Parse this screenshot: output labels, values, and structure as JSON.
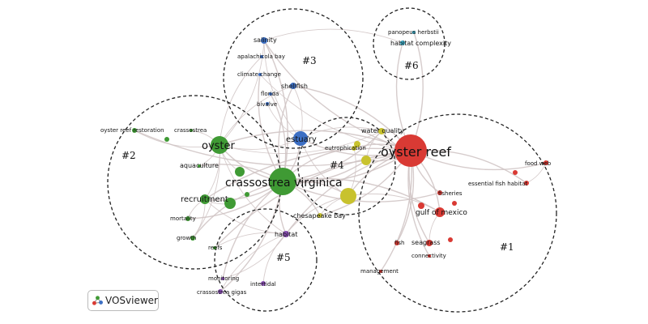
{
  "colors": {
    "cluster1": "#d93a34",
    "cluster2": "#3f9a34",
    "cluster3": "#3c6fc4",
    "cluster4": "#c8c22e",
    "cluster5": "#8a4fb4",
    "cluster6": "#3aa9c4",
    "edge": "#cfc3c3"
  },
  "clusters": [
    {
      "id": "c1",
      "label": "#1"
    },
    {
      "id": "c2",
      "label": "#2"
    },
    {
      "id": "c3",
      "label": "#3"
    },
    {
      "id": "c4",
      "label": "#4"
    },
    {
      "id": "c5",
      "label": "#5"
    },
    {
      "id": "c6",
      "label": "#6"
    }
  ],
  "nodes": [
    {
      "id": "oyster-reef",
      "label": "oyster reef",
      "cluster": 1
    },
    {
      "id": "food-web",
      "label": "food web",
      "cluster": 1
    },
    {
      "id": "essential-fish-habitat",
      "label": "essential fish habitat",
      "cluster": 1
    },
    {
      "id": "fisheries",
      "label": "fisheries",
      "cluster": 1
    },
    {
      "id": "gulf-of-mexico",
      "label": "gulf of mexico",
      "cluster": 1
    },
    {
      "id": "seagrass",
      "label": "seagrass",
      "cluster": 1
    },
    {
      "id": "fish",
      "label": "fish",
      "cluster": 1
    },
    {
      "id": "connectivity",
      "label": "connectivity",
      "cluster": 1
    },
    {
      "id": "management",
      "label": "management",
      "cluster": 1
    },
    {
      "id": "oyster",
      "label": "oyster",
      "cluster": 2
    },
    {
      "id": "crassostrea-virginica",
      "label": "crassostrea virginica",
      "cluster": 2
    },
    {
      "id": "oyster-reef-restoration",
      "label": "oyster reef restoration",
      "cluster": 2
    },
    {
      "id": "crassostrea",
      "label": "crassostrea",
      "cluster": 2
    },
    {
      "id": "aquaculture",
      "label": "aquaculture",
      "cluster": 2
    },
    {
      "id": "recruitment",
      "label": "recruitment",
      "cluster": 2
    },
    {
      "id": "mortality",
      "label": "mortality",
      "cluster": 2
    },
    {
      "id": "growth",
      "label": "growth",
      "cluster": 2
    },
    {
      "id": "reefs",
      "label": "reefs",
      "cluster": 2
    },
    {
      "id": "salinity",
      "label": "salinity",
      "cluster": 3
    },
    {
      "id": "apalachicola-bay",
      "label": "apalachicola bay",
      "cluster": 3
    },
    {
      "id": "climate-change",
      "label": "climate change",
      "cluster": 3
    },
    {
      "id": "shellfish",
      "label": "shellfish",
      "cluster": 3
    },
    {
      "id": "florida",
      "label": "florida",
      "cluster": 3
    },
    {
      "id": "bivalve",
      "label": "bivalve",
      "cluster": 3
    },
    {
      "id": "estuary",
      "label": "estuary",
      "cluster": 3
    },
    {
      "id": "water-quality",
      "label": "water quality",
      "cluster": 4
    },
    {
      "id": "eutrophication",
      "label": "eutrophication",
      "cluster": 4
    },
    {
      "id": "chesapeake-bay",
      "label": "chesapeake bay",
      "cluster": 4
    },
    {
      "id": "habitat",
      "label": "habitat",
      "cluster": 5
    },
    {
      "id": "monitoring",
      "label": "monitoring",
      "cluster": 5
    },
    {
      "id": "intertidal",
      "label": "intertidal",
      "cluster": 5
    },
    {
      "id": "crassostrea-gigas",
      "label": "crassostrea gigas",
      "cluster": 5
    },
    {
      "id": "panopeus-herbstii",
      "label": "panopeus herbstii",
      "cluster": 6
    },
    {
      "id": "habitat-complexity",
      "label": "habitat complexity",
      "cluster": 6
    }
  ],
  "logo": {
    "name": "vosviewer-logo-icon",
    "text": "VOSviewer"
  }
}
